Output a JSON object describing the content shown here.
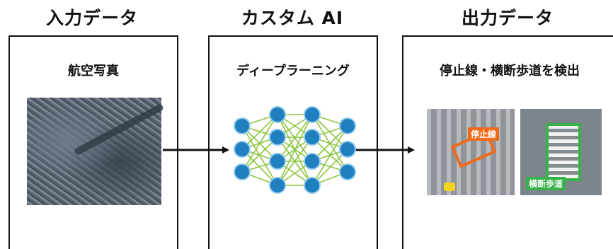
{
  "columns": {
    "input": {
      "title": "入力データ",
      "subtitle": "航空写真"
    },
    "ai": {
      "title": "カスタム AI",
      "subtitle": "ディープラーニング"
    },
    "output": {
      "title": "出力データ",
      "subtitle": "停止線・横断歩道を検出",
      "label_stop": "停止線",
      "label_crosswalk": "横断歩道"
    }
  },
  "colors": {
    "node": "#1f7fbf",
    "edge": "#8cc63f",
    "stop_line": "#f06a1a",
    "crosswalk": "#35b24a"
  },
  "network": {
    "layers": [
      3,
      4,
      4,
      3
    ]
  }
}
